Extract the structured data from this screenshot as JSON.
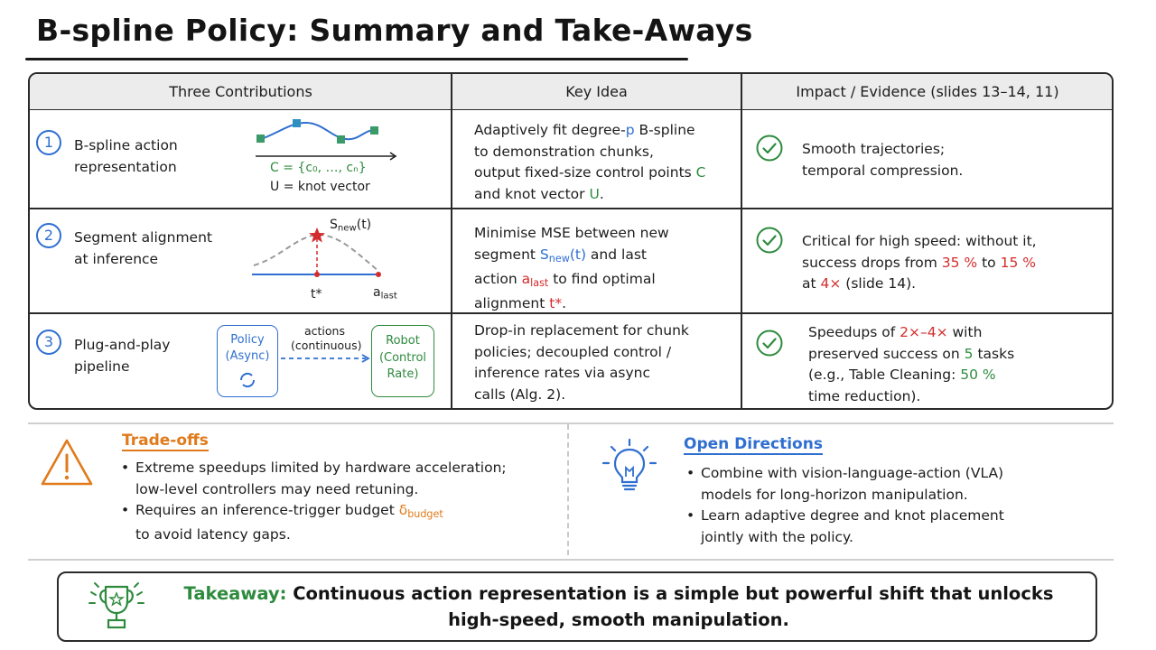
{
  "title": "B-spline Policy: Summary and Take-Aways",
  "table": {
    "headers": [
      "Three Contributions",
      "Key Idea",
      "Impact / Evidence (slides 13–14, 11)"
    ],
    "rows": [
      {
        "number": "1",
        "contribution": [
          "B-spline action",
          "representation"
        ],
        "diagram_labels": {
          "control_points": "C = {c₀, …, cₙ}",
          "knots": "U = knot vector"
        },
        "key_idea": {
          "line1_a": "Adaptively fit degree-",
          "line1_p": "p",
          "line1_b": " B-spline",
          "line2": "to demonstration chunks,",
          "line3_a": "output fixed-size control points ",
          "line3_c": "C",
          "line4_a": "and knot vector ",
          "line4_u": "U",
          "line4_b": "."
        },
        "impact": [
          "Smooth trajectories;",
          "temporal compression."
        ]
      },
      {
        "number": "2",
        "contribution": [
          "Segment alignment",
          "at inference"
        ],
        "diagram_labels": {
          "snew": "S",
          "snew_sub": "new",
          "snew_arg": "(t)",
          "tstar": "t*",
          "alast": "a",
          "alast_sub": "last"
        },
        "key_idea": {
          "line1": "Minimise MSE between new",
          "line2_a": "segment ",
          "line2_s": "S",
          "line2_sub": "new",
          "line2_arg": "(t)",
          "line2_b": " and last",
          "line3_a": "action ",
          "line3_al": "a",
          "line3_sub": "last",
          "line3_b": " to find optimal",
          "line4_a": "alignment ",
          "line4_t": "t*",
          "line4_b": "."
        },
        "impact": {
          "line1": "Critical for high speed: without it,",
          "line2_a": "success drops from ",
          "v1": "35 %",
          "line2_b": " to ",
          "v2": "15 %",
          "line3_a": "at ",
          "v3": "4×",
          "line3_b": " (slide 14)."
        }
      },
      {
        "number": "3",
        "contribution": [
          "Plug-and-play",
          "pipeline"
        ],
        "diagram_labels": {
          "policy": [
            "Policy",
            "(Async)"
          ],
          "actions": [
            "actions",
            "(continuous)"
          ],
          "robot": [
            "Robot",
            "(Control",
            "Rate)"
          ]
        },
        "key_idea": [
          "Drop-in replacement for chunk",
          "policies; decoupled control /",
          "inference rates via async",
          "calls (Alg. 2)."
        ],
        "impact": {
          "line1_a": "Speedups of ",
          "v1": "2×–4×",
          "line1_b": " with",
          "line2_a": "preserved success on ",
          "v2": "5",
          "line2_b": " tasks",
          "line3_a": "(e.g., Table Cleaning: ",
          "v3": "50 %",
          "line4": "time reduction)."
        }
      }
    ]
  },
  "tradeoffs": {
    "title": "Trade-offs",
    "b1_l1": "Extreme speedups limited by hardware acceleration;",
    "b1_l2": "low-level controllers may need retuning.",
    "b2_l1a": "Requires an inference-trigger budget ",
    "b2_delta": "δ",
    "b2_sub": "budget",
    "b2_l2": "to avoid latency gaps."
  },
  "directions": {
    "title": "Open Directions",
    "b1_l1": "Combine with vision-language-action (VLA)",
    "b1_l2": "models for long-horizon manipulation.",
    "b2_l1": "Learn adaptive degree and knot placement",
    "b2_l2": "jointly with the policy."
  },
  "takeaway": {
    "label": "Takeaway:",
    "text": " Continuous action representation is a simple but powerful shift that unlocks high-speed, smooth manipulation."
  },
  "colors": {
    "blue": "#2f6fd0",
    "green": "#2e8b3e",
    "red": "#d42c2c",
    "orange": "#e07a1a"
  }
}
